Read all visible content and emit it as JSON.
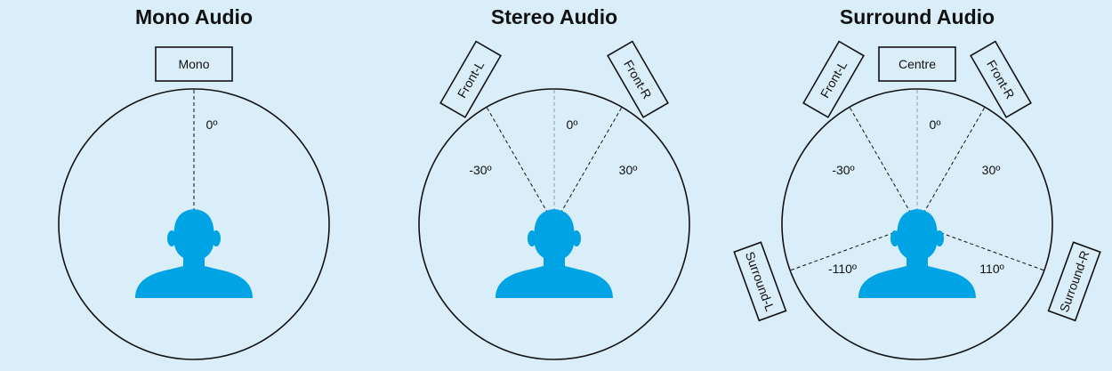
{
  "colors": {
    "background": "#d9eef9",
    "head": "#00a4e4",
    "outline": "#111111"
  },
  "icons": {
    "listener": "listener-head-icon"
  },
  "panels": [
    {
      "title": "Mono Audio",
      "speakers": [
        {
          "label": "Mono",
          "angle": 0,
          "angle_label": "0º"
        }
      ]
    },
    {
      "title": "Stereo Audio",
      "speakers": [
        {
          "label": "Front-L",
          "angle": -30,
          "angle_label": "-30º"
        },
        {
          "label": "",
          "angle": 0,
          "angle_label": "0º"
        },
        {
          "label": "Front-R",
          "angle": 30,
          "angle_label": "30º"
        }
      ]
    },
    {
      "title": "Surround Audio",
      "speakers": [
        {
          "label": "Centre",
          "angle": 0,
          "angle_label": "0º"
        },
        {
          "label": "Front-L",
          "angle": -30,
          "angle_label": "-30º"
        },
        {
          "label": "Front-R",
          "angle": 30,
          "angle_label": "30º"
        },
        {
          "label": "Surround-L",
          "angle": -110,
          "angle_label": "-110º"
        },
        {
          "label": "Surround-R",
          "angle": 110,
          "angle_label": "110º"
        }
      ]
    }
  ]
}
